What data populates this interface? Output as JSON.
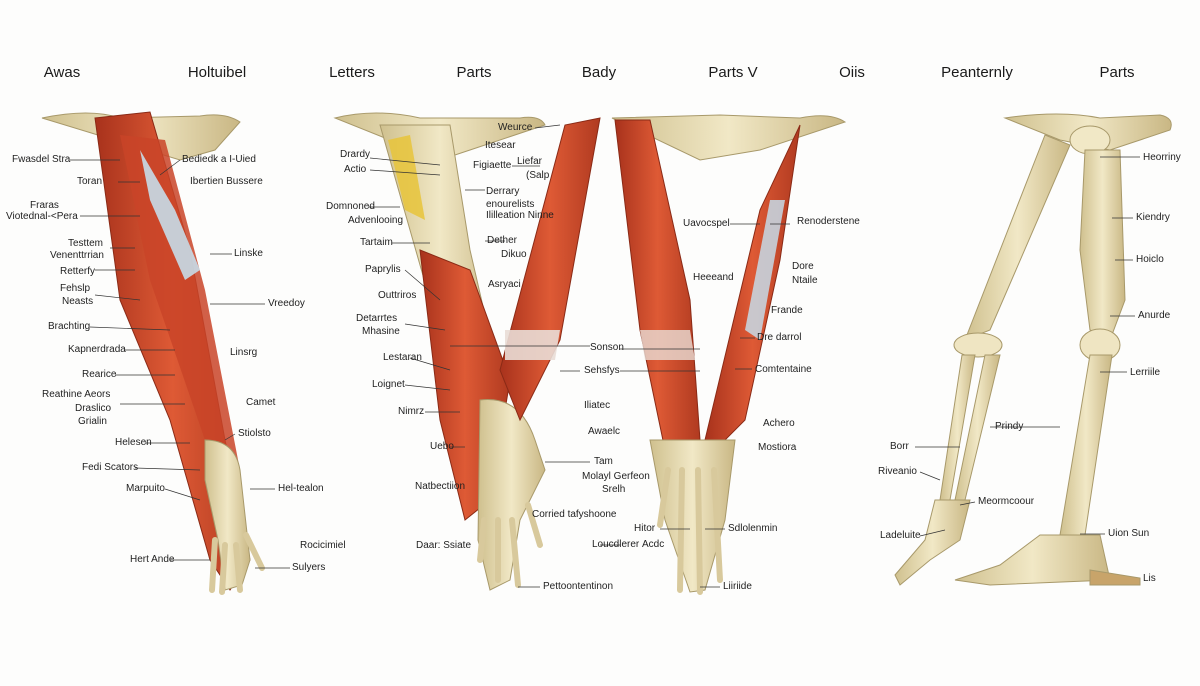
{
  "header": [
    "Awas",
    "Holtuibel",
    "Letters",
    "Parts",
    "Bady",
    "Parts V",
    "Oiis",
    "Peanternly",
    "Parts"
  ],
  "labels": {
    "p1": [
      "Fwasdel Stra",
      "Toran",
      "Fraras",
      "Viotednal‑<Pera",
      "Testtem",
      "Venenttrrian",
      "Retterfy",
      "Fehslp",
      "Neasts",
      "Brachting",
      "Kapnerdrada",
      "Rearice",
      "Reathine Aeors",
      "Draslico",
      "Grialin",
      "Helesen",
      "Fedi Scators",
      "Marpuito",
      "Hert Ande",
      "Bediedk a I-Uied",
      "Ibertien Bussere",
      "Linske",
      "Vreedoy",
      "Linsrg",
      "Camet",
      "Stiolsto",
      "Hel-tealon",
      "Rocicimiel",
      "Sulyers"
    ],
    "p2": [
      "Drardy",
      "Actio",
      "Domnoned",
      "Advenlooing",
      "Tartaim",
      "Paprylis",
      "Outtriros",
      "Detarrtes",
      "Mhasine",
      "Lestaran",
      "Loignet",
      "Nimrz",
      "Uebo",
      "Natbectiion",
      "Daar: Ssiate",
      "Weurce",
      "Itesear",
      "Figiaette",
      "Liefar",
      "(Salp",
      "Derrary",
      "enourelists",
      "Ililleation Ninne",
      "Dether",
      "Dikuo",
      "Asryaci",
      "Sonson",
      "Sehsfys",
      "Iliatec",
      "Awaelc",
      "Tam",
      "Molayl Gerfeon",
      "Srelh",
      "Corried tafyshoone",
      "Loucdlerer",
      "Hitor",
      "Acdc",
      "Pettoontentinon"
    ],
    "p3": [
      "Uavocspel",
      "Heeeand",
      "Renoderstene",
      "Dore",
      "Ntaile",
      "Frande",
      "Dre darrol",
      "Comtentaine",
      "Achero",
      "Mostiora",
      "Sdlolenmin",
      "Liiriide"
    ],
    "p4": [
      "Heorriny",
      "Kiendry",
      "Hoiclo",
      "Anurde",
      "Lerriile",
      "Prindy",
      "Borr",
      "Riveanio",
      "Meormcoour",
      "Ladeluite",
      "Uion Sun",
      "Lis"
    ]
  }
}
